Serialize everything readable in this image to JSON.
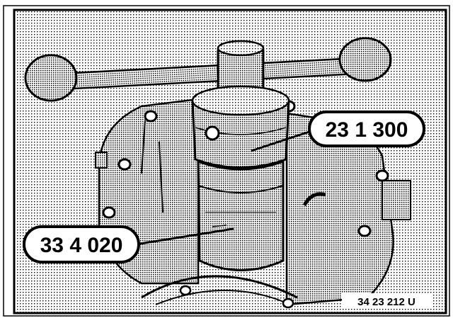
{
  "figure": {
    "callouts": [
      {
        "id": "tool-top",
        "label": "23 1 300"
      },
      {
        "id": "tool-bottom",
        "label": "33 4 020"
      }
    ],
    "reference_code": "34 23 212 U"
  },
  "colors": {
    "ink": "#000000",
    "paper": "#ffffff",
    "halftone": "#8a8a8a"
  }
}
